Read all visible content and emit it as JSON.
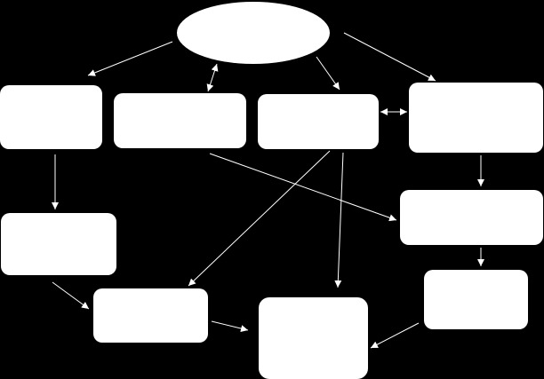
{
  "colors": {
    "background": "#000000",
    "node_fill": "#ffffff",
    "edge_stroke": "#ffffff"
  },
  "nodes": [
    {
      "id": "top-ellipse",
      "shape": "ellipse",
      "label": ""
    },
    {
      "id": "box-left-upper",
      "shape": "rounded-rect",
      "label": ""
    },
    {
      "id": "box-center-left",
      "shape": "rounded-rect",
      "label": ""
    },
    {
      "id": "box-center-right",
      "shape": "rounded-rect",
      "label": ""
    },
    {
      "id": "box-right-upper",
      "shape": "rounded-rect",
      "label": ""
    },
    {
      "id": "box-left-middle",
      "shape": "rounded-rect",
      "label": ""
    },
    {
      "id": "box-right-middle",
      "shape": "rounded-rect",
      "label": ""
    },
    {
      "id": "box-right-lower",
      "shape": "rounded-rect",
      "label": ""
    },
    {
      "id": "box-bottom-left",
      "shape": "rounded-rect",
      "label": ""
    },
    {
      "id": "box-bottom-center",
      "shape": "rounded-rect",
      "label": ""
    }
  ],
  "edges": [
    {
      "from": "top-ellipse",
      "to": "box-left-upper",
      "direction": "forward"
    },
    {
      "from": "top-ellipse",
      "to": "box-center-left",
      "direction": "both"
    },
    {
      "from": "top-ellipse",
      "to": "box-center-right",
      "direction": "forward"
    },
    {
      "from": "top-ellipse",
      "to": "box-right-upper",
      "direction": "forward"
    },
    {
      "from": "box-center-right",
      "to": "box-right-upper",
      "direction": "both"
    },
    {
      "from": "box-left-upper",
      "to": "box-left-middle",
      "direction": "forward"
    },
    {
      "from": "box-right-upper",
      "to": "box-right-middle",
      "direction": "forward"
    },
    {
      "from": "box-center-left",
      "to": "box-right-middle",
      "direction": "forward"
    },
    {
      "from": "box-right-middle",
      "to": "box-right-lower",
      "direction": "forward"
    },
    {
      "from": "box-center-right",
      "to": "box-bottom-left",
      "direction": "forward"
    },
    {
      "from": "box-center-right",
      "to": "box-bottom-center",
      "direction": "forward"
    },
    {
      "from": "box-left-middle",
      "to": "box-bottom-left",
      "direction": "forward"
    },
    {
      "from": "box-bottom-left",
      "to": "box-bottom-center",
      "direction": "forward"
    },
    {
      "from": "box-right-lower",
      "to": "box-bottom-center",
      "direction": "forward"
    }
  ]
}
